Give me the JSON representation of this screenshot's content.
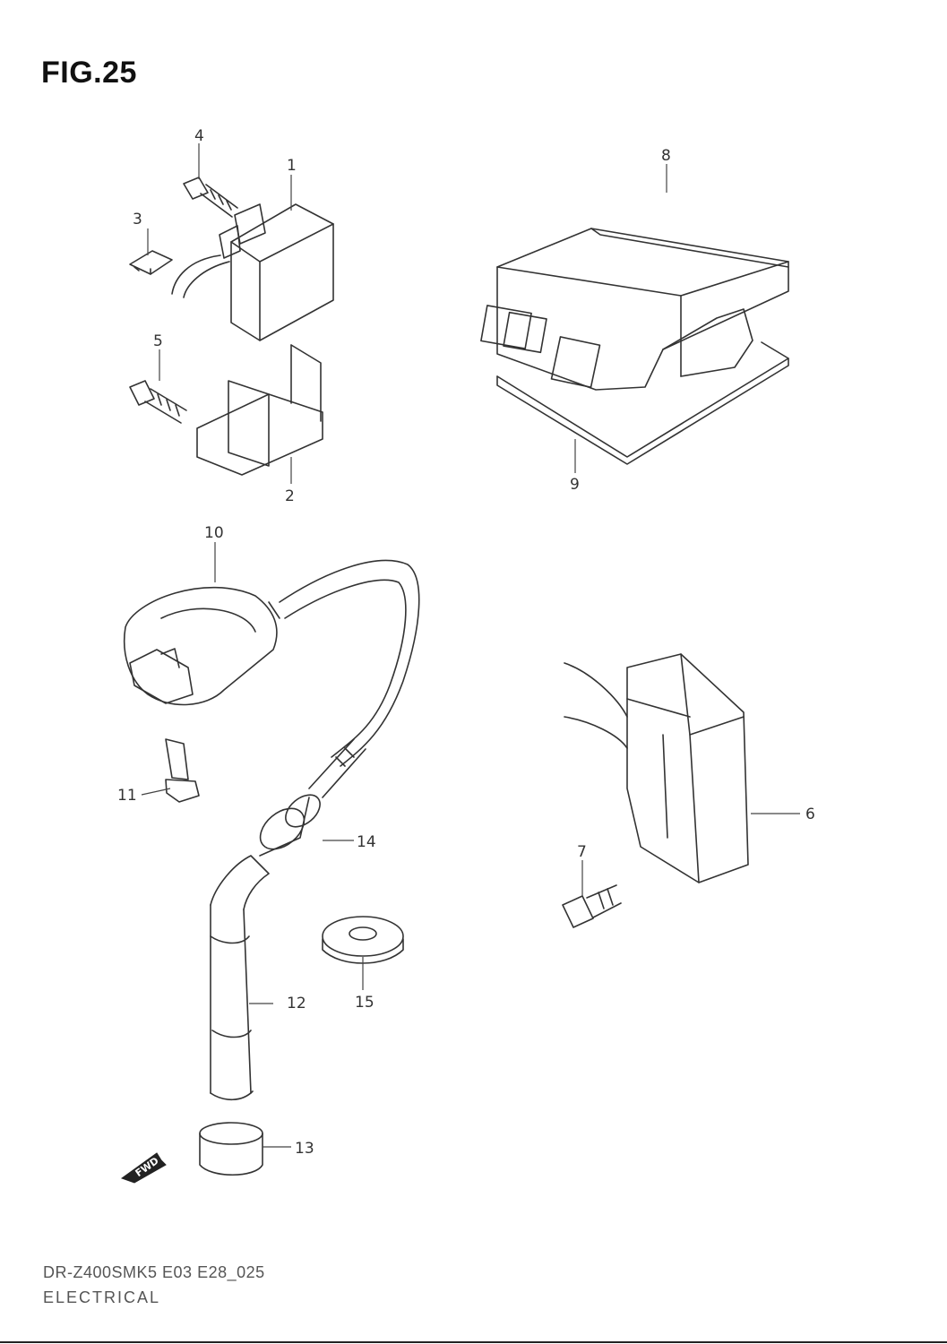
{
  "figure": {
    "title": "FIG.25",
    "code": "DR-Z400SMK5 E03 E28_025",
    "name": "ELECTRICAL"
  },
  "callouts": [
    "1",
    "2",
    "3",
    "4",
    "5",
    "6",
    "7",
    "8",
    "9",
    "10",
    "11",
    "12",
    "13",
    "14",
    "15"
  ],
  "fwd_label": "FWD",
  "line_color": "#333333"
}
